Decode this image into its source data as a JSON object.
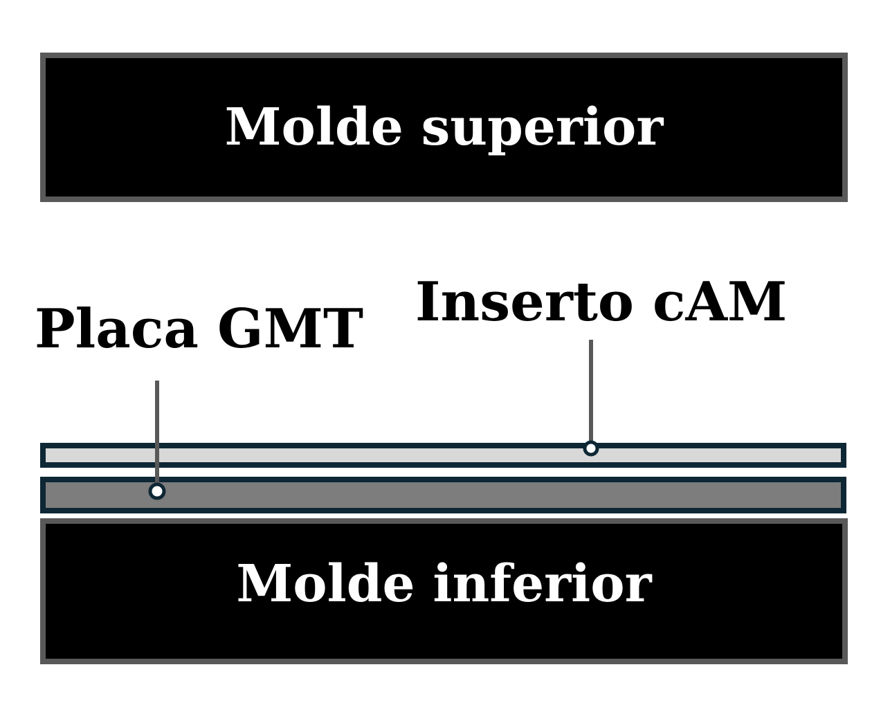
{
  "diagram": {
    "molds": {
      "superior": {
        "label": "Molde superior"
      },
      "inferior": {
        "label": "Molde inferior"
      }
    },
    "layers": {
      "inserto": {
        "label": "Inserto cAM",
        "fill": "#d8d8d8"
      },
      "placa": {
        "label": "Placa GMT",
        "fill": "#7d7d7d"
      }
    },
    "colors": {
      "background": "#ffffff",
      "mold_fill": "#000000",
      "mold_border": "#595959",
      "mold_text": "#ffffff",
      "plate_border": "#0e2735",
      "leader_line": "#595959",
      "anchor_dot_fill": "#ffffff",
      "label_text": "#000000"
    }
  }
}
